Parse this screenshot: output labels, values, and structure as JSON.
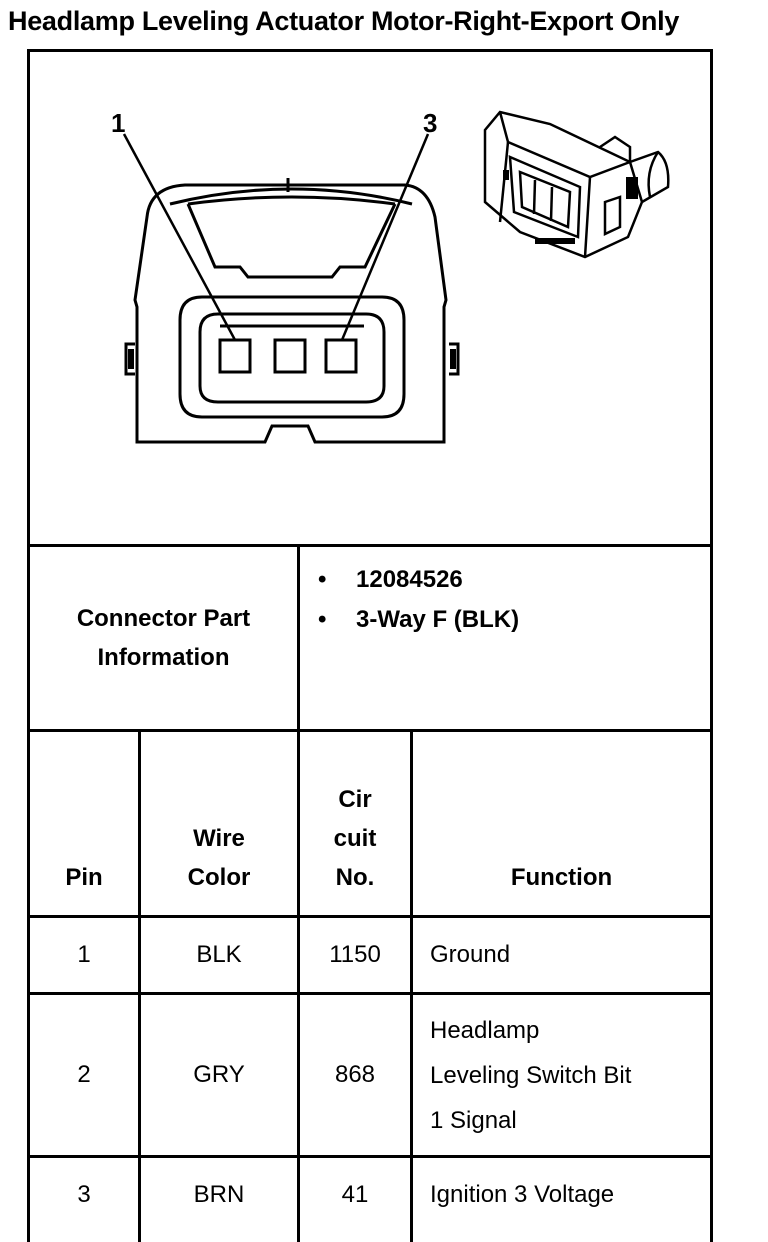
{
  "title": "Headlamp Leveling Actuator Motor-Right-Export Only",
  "diagram": {
    "pin_label_left": "1",
    "pin_label_right": "3"
  },
  "connector_info": {
    "label": "Connector Part\nInformation",
    "bullet": "•",
    "items": [
      "12084526",
      "3-Way F (BLK)"
    ]
  },
  "table": {
    "headers": {
      "pin": "Pin",
      "wire_color": "Wire\nColor",
      "circuit": "Cir\ncuit\nNo.",
      "function": "Function"
    },
    "rows": [
      {
        "pin": "1",
        "wire_color": "BLK",
        "circuit": "1150",
        "function": "Ground"
      },
      {
        "pin": "2",
        "wire_color": "GRY",
        "circuit": "868",
        "function": "Headlamp\nLeveling Switch Bit\n1 Signal"
      },
      {
        "pin": "3",
        "wire_color": "BRN",
        "circuit": "41",
        "function": "Ignition 3 Voltage"
      }
    ]
  }
}
